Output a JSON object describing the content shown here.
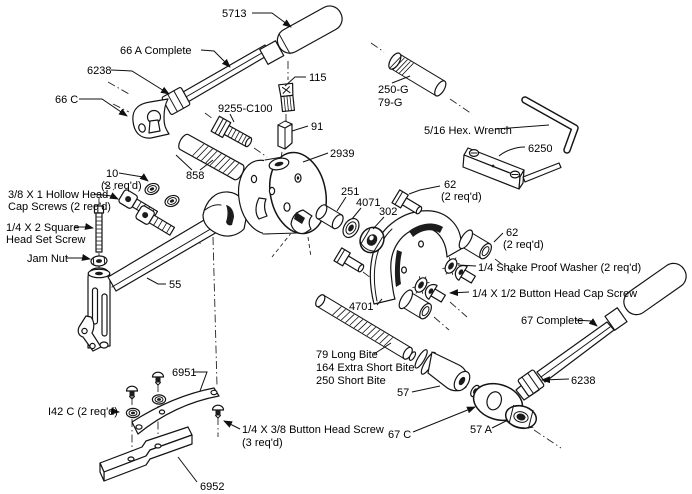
{
  "figure": {
    "type": "exploded-parts-diagram",
    "subject": "tube bender hand tool parts breakdown",
    "background_color": "#ffffff",
    "line_color": "#000000"
  },
  "labels": {
    "p5713": "5713",
    "p66a": "66 A Complete",
    "p6238_left": "6238",
    "p66c": "66 C",
    "p115": "115",
    "p9255": "9255-C100",
    "p91": "91",
    "p2939": "2939",
    "p858": "858",
    "p10_l1": "10",
    "p10_l2": "(2 req'd)",
    "hollow_l1": "3/8 X 1 Hollow Head",
    "hollow_l2": "Cap Screws (2 req'd)",
    "setscrew_l1": "1/4 X 2 Square",
    "setscrew_l2": "Head Set Screw",
    "jam_nut": "Jam Nut",
    "p55": "55",
    "p251": "251",
    "p4071": "4071",
    "p302": "302",
    "p62a_l1": "62",
    "p62a_l2": "(2 req'd)",
    "p62b_l1": "62",
    "p62b_l2": "(2 req'd)",
    "shake_washer": "1/4 Shake Proof Washer (2 req'd)",
    "button_cap": "1/4 X 1/2 Button Head Cap Screw",
    "p67_complete": "67 Complete",
    "p4701": "4701",
    "bites_l1": "79 Long Bite",
    "bites_l2": "164 Extra Short Bite",
    "bites_l3": "250 Short Bite",
    "p57": "57",
    "p67c": "67 C",
    "p57a": "57 A",
    "p6238_right": "6238",
    "p250g": "250-G",
    "p79g": "79-G",
    "hex_wrench": "5/16 Hex. Wrench",
    "p6250": "6250",
    "p6951": "6951",
    "pI42c": "I42 C (2 req'd)",
    "button_screw_l1": "1/4 X 3/8 Button Head Screw",
    "button_screw_l2": "(3 req'd)",
    "p6952": "6952"
  }
}
